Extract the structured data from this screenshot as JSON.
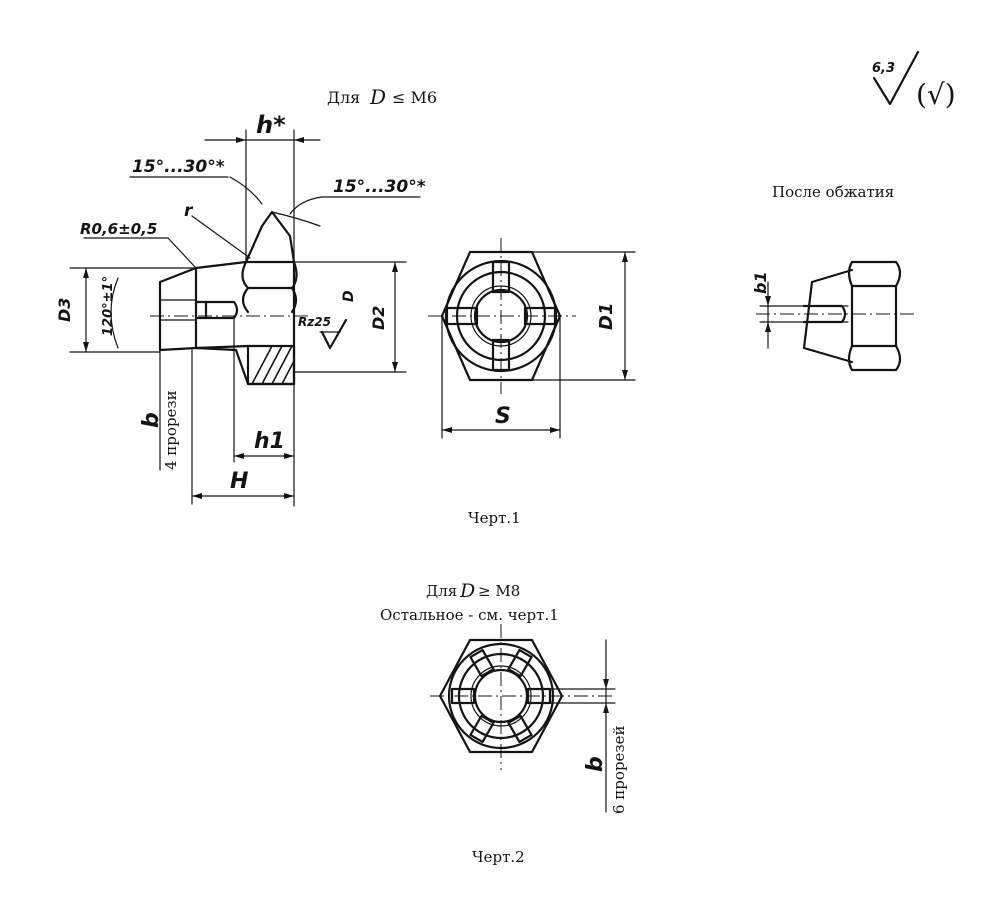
{
  "drawing1": {
    "header_prefix": "Для",
    "header_var": "D",
    "header_cond": "≤ M6",
    "dim_h_star": "h*",
    "angle_top_left": "15°...30°*",
    "angle_top_right": "15°...30°*",
    "radius_r": "r",
    "radius_note": "R0,6±0,5",
    "d3_label": "D3",
    "angle_120": "120°±1°",
    "rz_label": "Rz25",
    "d_label": "D",
    "d2_label": "D2",
    "slot_b": "b",
    "slots_note": "4 прорези",
    "h1_label": "h1",
    "H_label": "H",
    "d1_label": "D1",
    "S_label": "S",
    "after_crimp": "После обжатия",
    "b1_label": "b1",
    "caption": "Черт.1"
  },
  "drawing2": {
    "header_prefix": "Для",
    "header_var": "D",
    "header_cond": "≥ M8",
    "rest_note": "Остальное - см. черт.1",
    "slot_b": "b",
    "slots_note": "6 прорезей",
    "caption": "Черт.2"
  },
  "roughness": {
    "value": "6,3",
    "bracket_symbol": "(√)"
  }
}
